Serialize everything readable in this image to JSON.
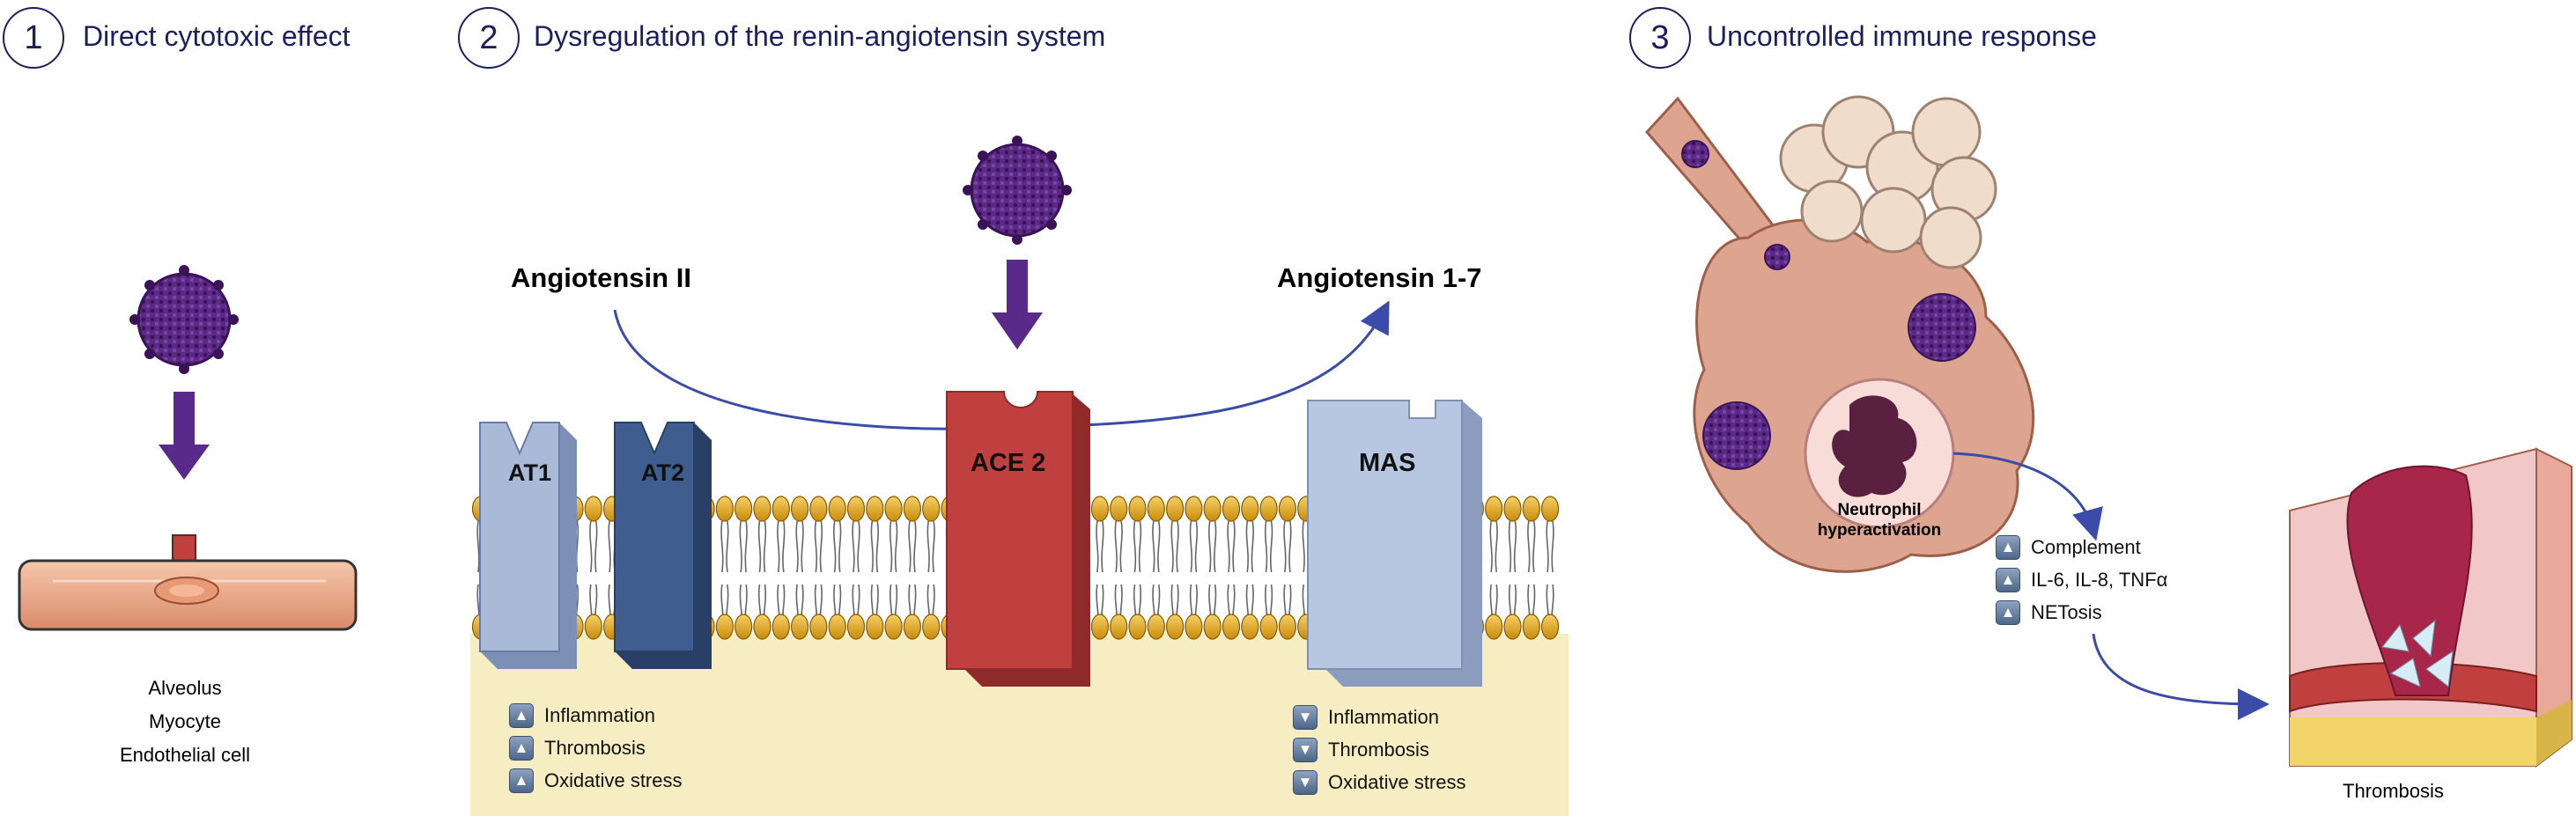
{
  "sections": [
    {
      "number": "1",
      "title": "Direct cytotoxic effect"
    },
    {
      "number": "2",
      "title": "Dysregulation of the renin-angiotensin system"
    },
    {
      "number": "3",
      "title": "Uncontrolled immune response"
    }
  ],
  "panel1": {
    "cell_labels": [
      "Alveolus",
      "Myocyte",
      "Endothelial cell"
    ]
  },
  "panel2": {
    "angiotensin_ii": "Angiotensin II",
    "angiotensin_17": "Angiotensin 1-7",
    "receptors": {
      "at1": "AT1",
      "at2": "AT2",
      "ace2": "ACE 2",
      "mas": "MAS"
    },
    "left_effects": {
      "direction": "up",
      "items": [
        "Inflammation",
        "Thrombosis",
        "Oxidative stress"
      ]
    },
    "right_effects": {
      "direction": "down",
      "items": [
        "Inflammation",
        "Thrombosis",
        "Oxidative stress"
      ]
    }
  },
  "panel3": {
    "neutrophil_label_line1": "Neutrophil",
    "neutrophil_label_line2": "hyperactivation",
    "effects": {
      "direction": "up",
      "items": [
        "Complement",
        "IL-6, IL-8, TNFα",
        "NETosis"
      ]
    },
    "thrombosis_label": "Thrombosis"
  },
  "colors": {
    "title_navy": "#1b1f5e",
    "virus_purple": "#4a1a6e",
    "arrow_purple": "#5a2a8a",
    "at1_blue": "#a9b9d8",
    "at2_blue": "#3f5d8f",
    "ace2_red": "#c0403f",
    "mas_blue": "#b7c7e2",
    "membrane_gold": "#e0a21b",
    "cytoplasm_yellow": "#f6edc3",
    "cell_salmon": "#e8a07d",
    "lung_pink": "#dda58f",
    "curve_blue": "#3b4ba8"
  },
  "icons": [
    "virus-icon",
    "arrow-down-icon",
    "arrow-up-box-icon",
    "arrow-down-box-icon"
  ]
}
